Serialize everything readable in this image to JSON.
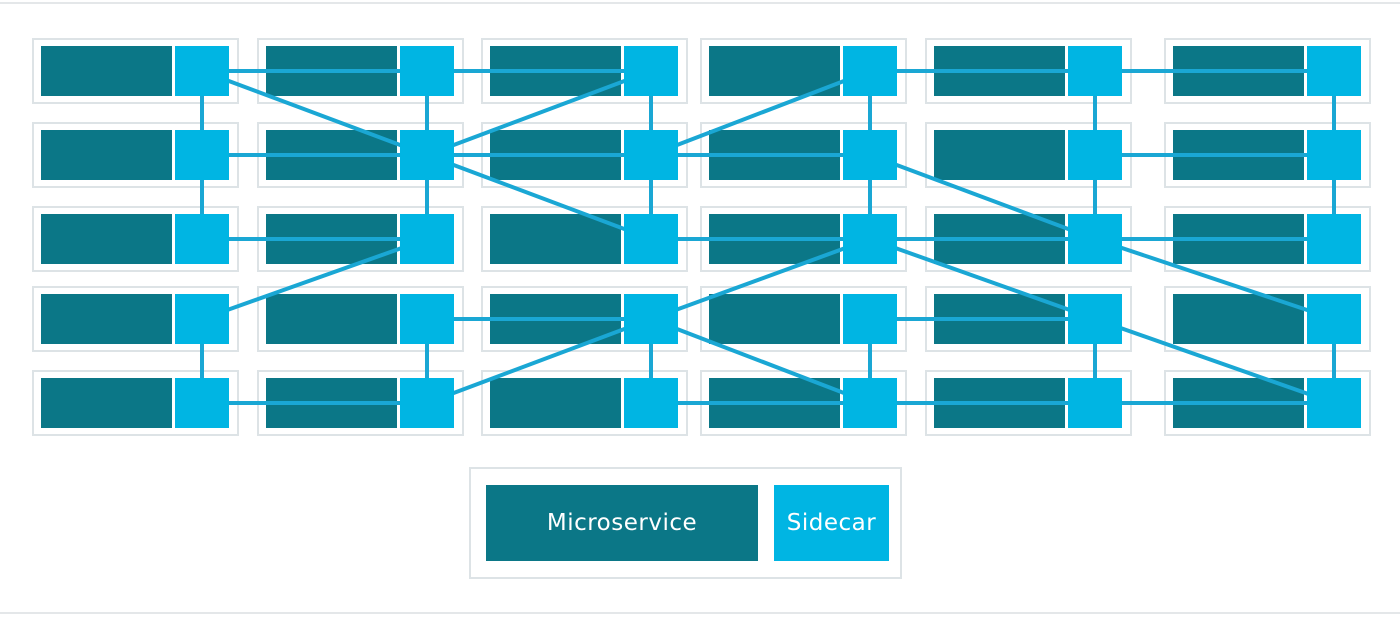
{
  "diagram": {
    "grid": {
      "columns": 6,
      "rows": 5
    },
    "colors": {
      "microservice": "#0b7787",
      "sidecar": "#00b5e3",
      "link": "#1aa7d4",
      "pod_border": "#dde3e6",
      "background": "#ffffff"
    },
    "links": [
      [
        [
          0,
          0
        ],
        [
          1,
          0
        ]
      ],
      [
        [
          1,
          0
        ],
        [
          2,
          0
        ]
      ],
      [
        [
          3,
          0
        ],
        [
          4,
          0
        ]
      ],
      [
        [
          4,
          0
        ],
        [
          5,
          0
        ]
      ],
      [
        [
          0,
          1
        ],
        [
          1,
          1
        ]
      ],
      [
        [
          1,
          1
        ],
        [
          2,
          1
        ]
      ],
      [
        [
          2,
          1
        ],
        [
          3,
          1
        ]
      ],
      [
        [
          4,
          1
        ],
        [
          5,
          1
        ]
      ],
      [
        [
          0,
          2
        ],
        [
          1,
          2
        ]
      ],
      [
        [
          2,
          2
        ],
        [
          3,
          2
        ]
      ],
      [
        [
          3,
          2
        ],
        [
          4,
          2
        ]
      ],
      [
        [
          4,
          2
        ],
        [
          5,
          2
        ]
      ],
      [
        [
          1,
          3
        ],
        [
          2,
          3
        ]
      ],
      [
        [
          3,
          3
        ],
        [
          4,
          3
        ]
      ],
      [
        [
          0,
          4
        ],
        [
          1,
          4
        ]
      ],
      [
        [
          2,
          4
        ],
        [
          3,
          4
        ]
      ],
      [
        [
          3,
          4
        ],
        [
          4,
          4
        ]
      ],
      [
        [
          4,
          4
        ],
        [
          5,
          4
        ]
      ],
      [
        [
          0,
          0
        ],
        [
          0,
          1
        ]
      ],
      [
        [
          0,
          1
        ],
        [
          0,
          2
        ]
      ],
      [
        [
          0,
          3
        ],
        [
          0,
          4
        ]
      ],
      [
        [
          1,
          0
        ],
        [
          1,
          1
        ]
      ],
      [
        [
          1,
          1
        ],
        [
          1,
          2
        ]
      ],
      [
        [
          1,
          3
        ],
        [
          1,
          4
        ]
      ],
      [
        [
          2,
          0
        ],
        [
          2,
          1
        ]
      ],
      [
        [
          2,
          1
        ],
        [
          2,
          2
        ]
      ],
      [
        [
          2,
          3
        ],
        [
          2,
          4
        ]
      ],
      [
        [
          3,
          0
        ],
        [
          3,
          1
        ]
      ],
      [
        [
          3,
          1
        ],
        [
          3,
          2
        ]
      ],
      [
        [
          3,
          3
        ],
        [
          3,
          4
        ]
      ],
      [
        [
          4,
          0
        ],
        [
          4,
          1
        ]
      ],
      [
        [
          4,
          1
        ],
        [
          4,
          2
        ]
      ],
      [
        [
          4,
          3
        ],
        [
          4,
          4
        ]
      ],
      [
        [
          5,
          0
        ],
        [
          5,
          1
        ]
      ],
      [
        [
          5,
          1
        ],
        [
          5,
          2
        ]
      ],
      [
        [
          5,
          3
        ],
        [
          5,
          4
        ]
      ],
      [
        [
          0,
          0
        ],
        [
          1,
          1
        ]
      ],
      [
        [
          1,
          1
        ],
        [
          2,
          0
        ]
      ],
      [
        [
          1,
          1
        ],
        [
          2,
          2
        ]
      ],
      [
        [
          2,
          1
        ],
        [
          3,
          0
        ]
      ],
      [
        [
          3,
          1
        ],
        [
          4,
          2
        ]
      ],
      [
        [
          0,
          3
        ],
        [
          1,
          2
        ]
      ],
      [
        [
          2,
          3
        ],
        [
          3,
          2
        ]
      ],
      [
        [
          3,
          2
        ],
        [
          4,
          3
        ]
      ],
      [
        [
          4,
          2
        ],
        [
          5,
          3
        ]
      ],
      [
        [
          1,
          4
        ],
        [
          2,
          3
        ]
      ],
      [
        [
          2,
          3
        ],
        [
          3,
          4
        ]
      ],
      [
        [
          4,
          3
        ],
        [
          5,
          4
        ]
      ]
    ]
  },
  "legend": {
    "microservice_label": "Microservice",
    "sidecar_label": "Sidecar"
  }
}
